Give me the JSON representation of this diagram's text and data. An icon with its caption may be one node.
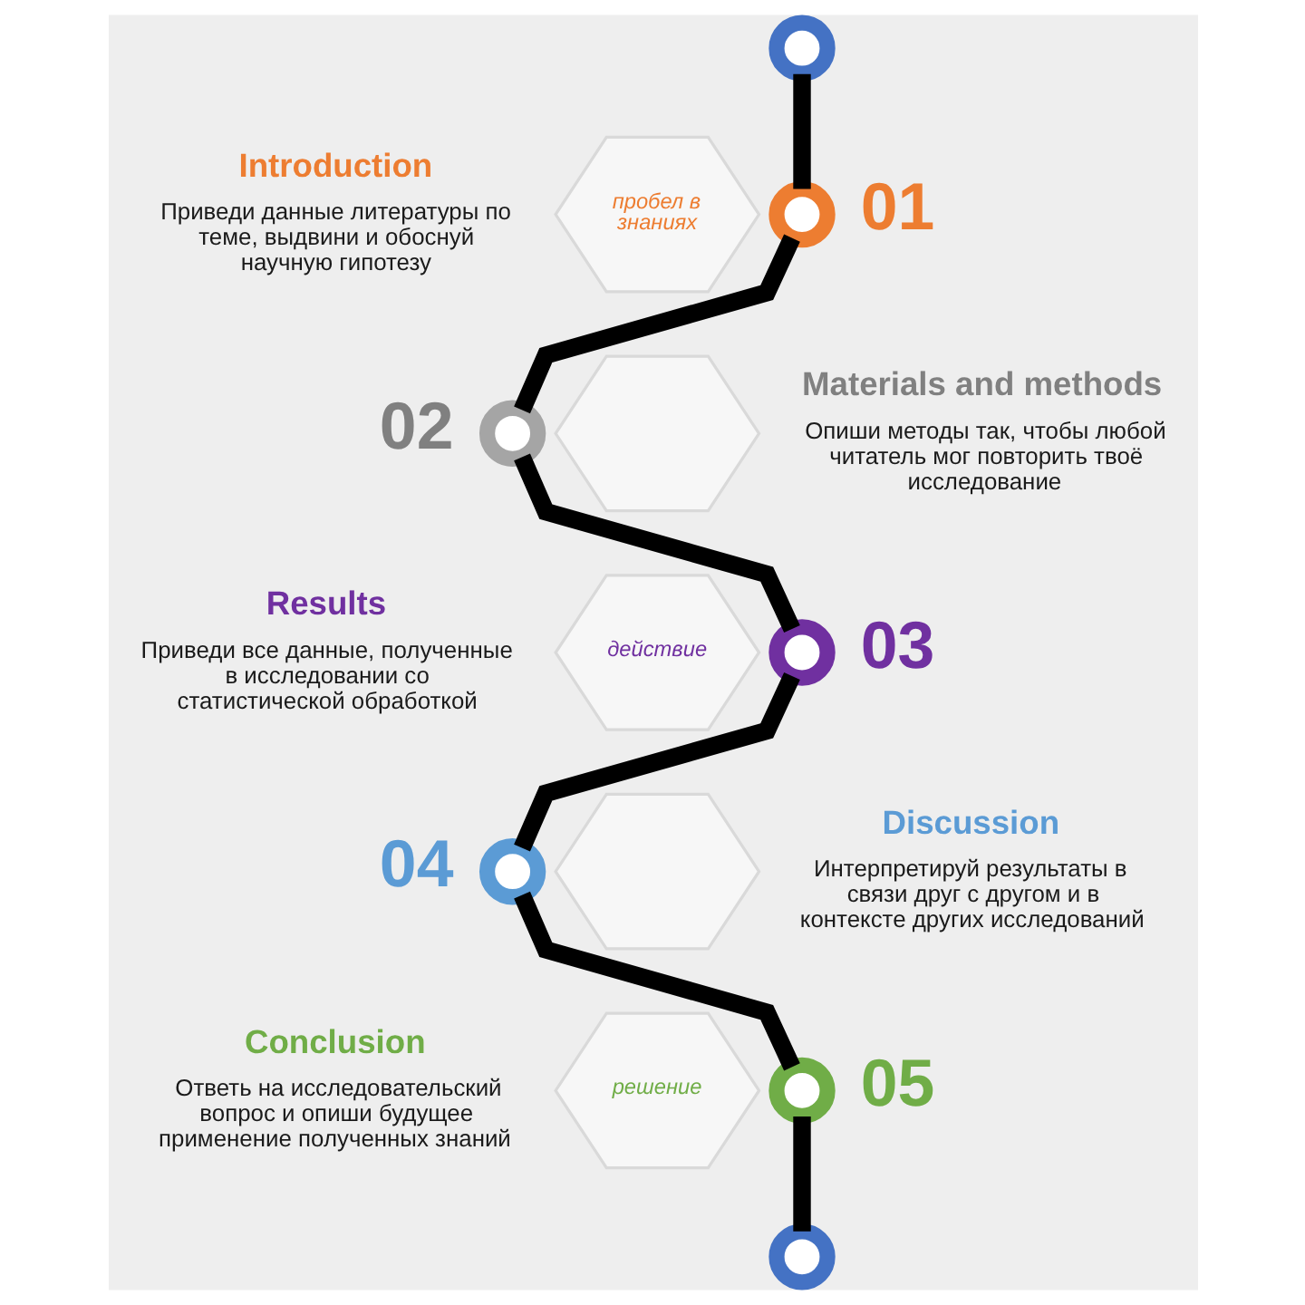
{
  "diagram": {
    "nodes": [
      {
        "text": [],
        "shape": "circle"
      },
      {
        "text": [
          "пробел в знаниях"
        ]
      },
      {
        "text": [],
        "shape": "circle",
        "beside": [
          "Introduction",
          "Приведи данные литературы по теме, выдвини и обоснуй научную гипотезу",
          "01"
        ]
      },
      {
        "text": [],
        "shape": "circle",
        "beside": [
          "Materials and methods",
          "Опиши методы так, чтобы любой читатель мог повторить твоё исследование",
          "02"
        ]
      },
      {
        "text": [],
        "shape": "hexagon"
      },
      {
        "text": [
          "действие"
        ]
      },
      {
        "text": [],
        "shape": "circle",
        "beside": [
          "Results",
          "Приведи все данные, полученные в исследовании со статистической обработкой",
          "03"
        ]
      },
      {
        "text": [],
        "shape": "circle",
        "beside": [
          "Discussion",
          "Интерпретируй результаты в связи друг с другом и в контексте других исследований",
          "04"
        ]
      },
      {
        "text": [],
        "shape": "hexagon"
      },
      {
        "text": [
          "решение"
        ]
      },
      {
        "text": [],
        "shape": "circle",
        "beside": [
          "Conclusion",
          "Ответь на исследовательский вопрос и опиши будущее применение полученных знаний",
          "05"
        ]
      },
      {
        "text": [],
        "shape": "circle"
      }
    ],
    "edges": [
      {
        "from": 0,
        "to": 2,
        "arrow": "none"
      },
      {
        "from": 2,
        "to": 3,
        "arrow": "none"
      },
      {
        "from": 3,
        "to": 6,
        "arrow": "none"
      },
      {
        "from": 6,
        "to": 7,
        "arrow": "none"
      },
      {
        "from": 7,
        "to": 10,
        "arrow": "none"
      },
      {
        "from": 10,
        "to": 11,
        "arrow": "none"
      }
    ]
  }
}
